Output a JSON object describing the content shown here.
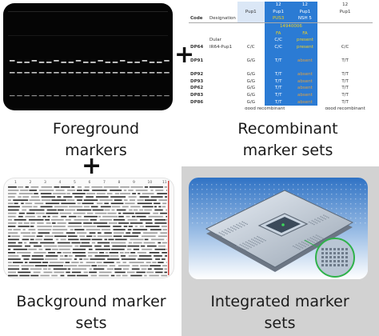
{
  "captions": {
    "foreground": [
      "Foreground",
      "markers"
    ],
    "recombinant": [
      "Recombinant",
      "marker sets"
    ],
    "background": [
      "Background marker",
      "sets"
    ],
    "integrated": [
      "Integrated marker",
      "sets"
    ]
  },
  "plus_sign": "+",
  "recombinant_table": {
    "col_numbers": [
      "12",
      "",
      "12",
      "12",
      "12"
    ],
    "col_names": [
      "",
      "Pup1",
      "Pup1",
      "Pup1",
      "Pup1"
    ],
    "subheader": [
      "",
      "",
      "PUS3",
      "NSH 5",
      ""
    ],
    "header_row": {
      "code": "Code",
      "designation": "Designation"
    },
    "id_value": "14940006",
    "fa_row": [
      "FA",
      "FA"
    ],
    "rows": [
      {
        "code": "",
        "designation": "Dular",
        "values": [
          "",
          "C/C",
          "present",
          ""
        ]
      },
      {
        "code": "DP64",
        "designation": "IR64-Pup1",
        "values": [
          "C/C",
          "C/C",
          "present",
          "C/C"
        ]
      },
      {
        "code": "",
        "designation": "",
        "values": [
          "",
          "",
          "",
          ""
        ]
      },
      {
        "code": "DP91",
        "designation": "",
        "values": [
          "G/G",
          "T/T",
          "absent",
          "T/T"
        ]
      },
      {
        "code": "",
        "designation": "",
        "values": [
          "",
          "",
          "",
          ""
        ]
      },
      {
        "code": "DP92",
        "designation": "",
        "values": [
          "G/G",
          "T/T",
          "absent",
          "T/T"
        ]
      },
      {
        "code": "DP93",
        "designation": "",
        "values": [
          "G/G",
          "T/T",
          "absent",
          "T/T"
        ]
      },
      {
        "code": "DP62",
        "designation": "",
        "values": [
          "G/G",
          "T/T",
          "absent",
          "T/T"
        ]
      },
      {
        "code": "DP83",
        "designation": "",
        "values": [
          "G/G",
          "T/T",
          "absent",
          "T/T"
        ]
      },
      {
        "code": "DP86",
        "designation": "",
        "values": [
          "G/G",
          "T/T",
          "absent",
          "T/T"
        ]
      }
    ],
    "footer": [
      "good recombinant",
      "good recombinant"
    ]
  },
  "background_markers": {
    "column_labels": [
      "1",
      "2",
      "3",
      "4",
      "5",
      "6",
      "7",
      "8",
      "9",
      "10",
      "11"
    ]
  },
  "colors": {
    "gel_background": "#050505",
    "band": "#e8e8e8",
    "table_highlight": "#2b7bd4",
    "integrated_panel": "#d2d2d2",
    "marker_red": "#d0403a"
  },
  "icons": {
    "chip_image": "microarray-chip-icon",
    "gel_image": "gel-electrophoresis-image"
  }
}
